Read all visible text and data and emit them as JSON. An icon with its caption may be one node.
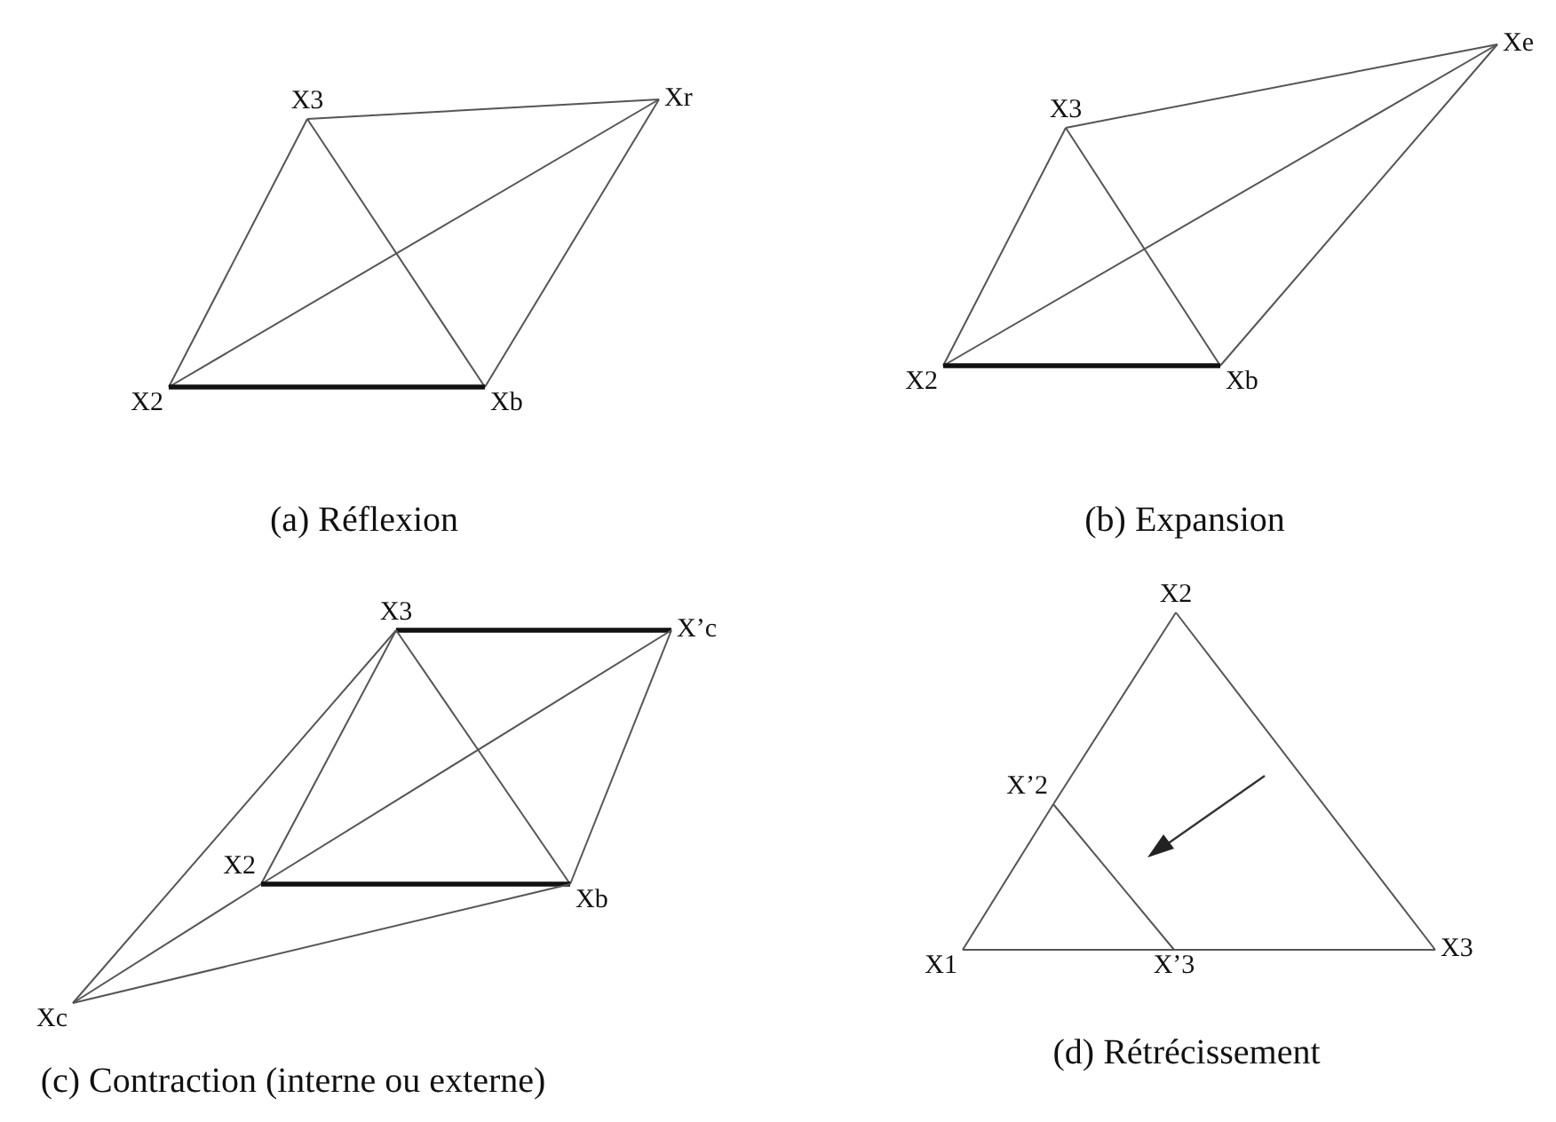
{
  "diagram": {
    "nodes": [
      {
        "text": [
          "X3"
        ]
      },
      {
        "text": [
          "Xr"
        ]
      },
      {
        "text": [
          "X2"
        ]
      },
      {
        "text": [
          "Xb"
        ]
      },
      {
        "text": [
          "X3"
        ]
      },
      {
        "text": [
          "Xe"
        ]
      },
      {
        "text": [
          "X2"
        ]
      },
      {
        "text": [
          "Xb"
        ]
      },
      {
        "text": [
          "X3"
        ]
      },
      {
        "text": [
          "X’c"
        ]
      },
      {
        "text": [
          "X2"
        ]
      },
      {
        "text": [
          "Xb"
        ]
      },
      {
        "text": [
          "Xc"
        ]
      },
      {
        "text": [
          "X2"
        ]
      },
      {
        "text": [
          "X’2"
        ]
      },
      {
        "text": [
          "X1"
        ]
      },
      {
        "text": [
          "X’3"
        ]
      },
      {
        "text": [
          "X3"
        ]
      }
    ],
    "edges": [
      {
        "from": 0,
        "to": 1,
        "arrow": "none"
      },
      {
        "from": 0,
        "to": 2,
        "arrow": "none"
      },
      {
        "from": 0,
        "to": 3,
        "arrow": "none"
      },
      {
        "from": 2,
        "to": 1,
        "arrow": "none"
      },
      {
        "from": 1,
        "to": 3,
        "arrow": "none"
      },
      {
        "from": 2,
        "to": 3,
        "arrow": "none",
        "style": "thick"
      },
      {
        "from": 4,
        "to": 5,
        "arrow": "none"
      },
      {
        "from": 4,
        "to": 6,
        "arrow": "none"
      },
      {
        "from": 4,
        "to": 7,
        "arrow": "none"
      },
      {
        "from": 6,
        "to": 5,
        "arrow": "none"
      },
      {
        "from": 5,
        "to": 7,
        "arrow": "none"
      },
      {
        "from": 6,
        "to": 7,
        "arrow": "none",
        "style": "thick"
      },
      {
        "from": 8,
        "to": 9,
        "arrow": "none",
        "style": "thick"
      },
      {
        "from": 8,
        "to": 10,
        "arrow": "none"
      },
      {
        "from": 8,
        "to": 11,
        "arrow": "none"
      },
      {
        "from": 10,
        "to": 9,
        "arrow": "none"
      },
      {
        "from": 9,
        "to": 11,
        "arrow": "none"
      },
      {
        "from": 10,
        "to": 11,
        "arrow": "none",
        "style": "thick"
      },
      {
        "from": 12,
        "to": 8,
        "arrow": "none"
      },
      {
        "from": 12,
        "to": 10,
        "arrow": "none"
      },
      {
        "from": 12,
        "to": 11,
        "arrow": "none"
      },
      {
        "from": 15,
        "to": 14,
        "arrow": "none"
      },
      {
        "from": 14,
        "to": 13,
        "arrow": "none"
      },
      {
        "from": 13,
        "to": 17,
        "arrow": "none"
      },
      {
        "from": 15,
        "to": 16,
        "arrow": "none"
      },
      {
        "from": 16,
        "to": 17,
        "arrow": "none"
      },
      {
        "from": 14,
        "to": 16,
        "arrow": "none"
      }
    ],
    "labels": [
      "(a) Réflexion",
      "(b) Expansion",
      "(c) Contraction (interne ou externe)",
      "(d) Rétrécissement"
    ]
  }
}
